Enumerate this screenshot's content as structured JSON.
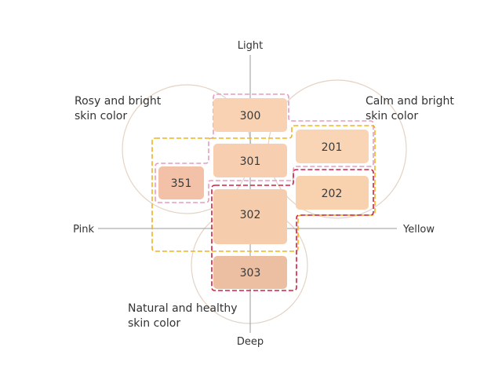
{
  "axes": {
    "top": "Light",
    "bottom": "Deep",
    "left": "Pink",
    "right": "Yellow"
  },
  "regions": {
    "rosy": {
      "line1": "Rosy and bright",
      "line2": "skin color"
    },
    "calm": {
      "line1": "Calm and bright",
      "line2": "skin color"
    },
    "natural": {
      "line1": "Natural and healthy",
      "line2": "skin color"
    }
  },
  "shades": [
    {
      "code": "300",
      "color": "#f8d2b2"
    },
    {
      "code": "301",
      "color": "#f7cfb0"
    },
    {
      "code": "302",
      "color": "#f6cdac"
    },
    {
      "code": "303",
      "color": "#ecbea2"
    },
    {
      "code": "201",
      "color": "#f9d5b6"
    },
    {
      "code": "202",
      "color": "#f8d1af"
    },
    {
      "code": "351",
      "color": "#f3c1a8"
    }
  ],
  "colors": {
    "circle": "#e3d3c5",
    "axis": "#9a9a9a",
    "pink_group": "#e79bc0",
    "yellow_group": "#f0b321",
    "red_group": "#cf2040"
  }
}
